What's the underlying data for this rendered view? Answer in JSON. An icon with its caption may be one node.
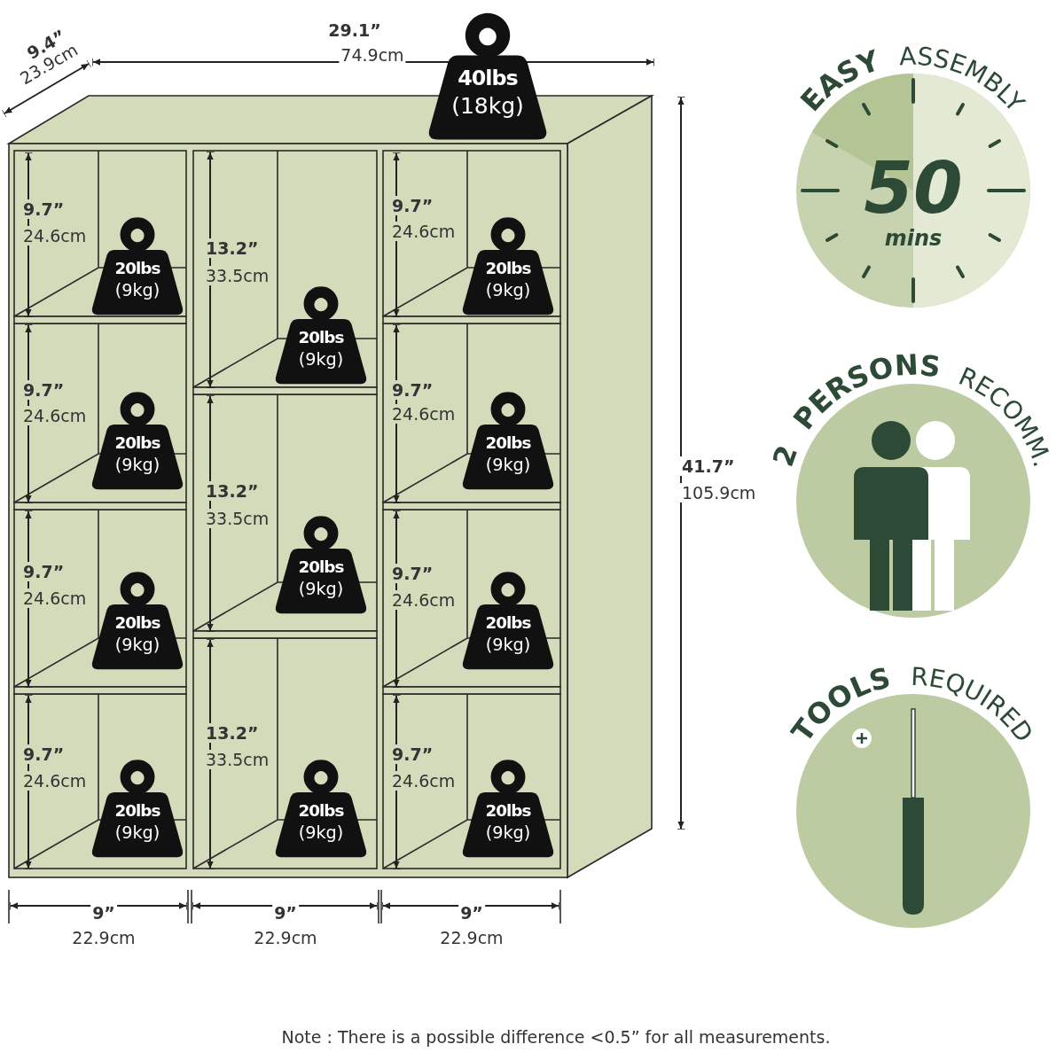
{
  "diagram": {
    "nodes": [
      {
        "text": [
          "40lbs",
          "(18kg)"
        ]
      },
      {
        "text": [
          "20lbs",
          "(9kg)"
        ]
      },
      {
        "text": [
          "20lbs",
          "(9kg)"
        ]
      },
      {
        "text": [
          "20lbs",
          "(9kg)"
        ]
      },
      {
        "text": [
          "20lbs",
          "(9kg)"
        ]
      },
      {
        "text": [
          "20lbs",
          "(9kg)"
        ]
      },
      {
        "text": [
          "20lbs",
          "(9kg)"
        ]
      },
      {
        "text": [
          "20lbs",
          "(9kg)"
        ]
      },
      {
        "text": [
          "20lbs",
          "(9kg)"
        ]
      },
      {
        "text": [
          "20lbs",
          "(9kg)"
        ]
      },
      {
        "text": [
          "20lbs",
          "(9kg)"
        ]
      },
      {
        "text": [
          "20lbs",
          "(9kg)"
        ]
      },
      {
        "text": [
          "**EASY** ASSEMBLY",
          "50",
          "mins"
        ]
      },
      {
        "text": [
          "**2 PERSONS** RECOMM."
        ]
      },
      {
        "text": [
          "**TOOLS** REQUIRED"
        ]
      }
    ],
    "labels": [
      "9.4”",
      "23.9cm",
      "29.1”",
      "74.9cm",
      "9.7”",
      "24.6cm",
      "13.2”",
      "33.5cm",
      "9.7”",
      "24.6cm",
      "9.7”",
      "24.6cm",
      "9.7”",
      "24.6cm",
      "13.2”",
      "33.5cm",
      "9.7”",
      "24.6cm",
      "9.7”",
      "24.6cm",
      "41.7”",
      "105.9cm",
      "9.7”",
      "24.6cm",
      "13.2”",
      "33.5cm",
      "9.7”",
      "24.6cm",
      "9”",
      "22.9cm",
      "9”",
      "22.9cm",
      "9”",
      "22.9cm",
      "Note : There is a possible difference <0.5” for all measurements."
    ]
  }
}
